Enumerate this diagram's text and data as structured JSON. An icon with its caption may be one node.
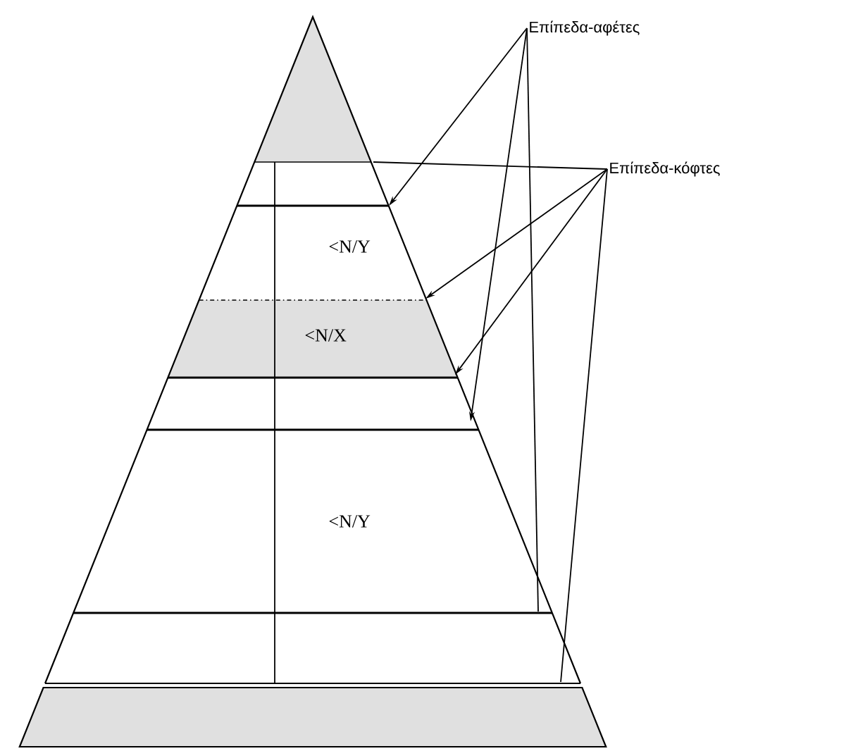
{
  "diagram": {
    "nodes": [
      {
        "text": [
          "Επίπεδα-αφέτες"
        ]
      },
      {
        "text": [
          "Επίπεδα-κόφτες"
        ]
      }
    ],
    "edges": [
      {
        "from": 0,
        "to": null,
        "arrow": "to"
      },
      {
        "from": 0,
        "to": null,
        "arrow": "to"
      },
      {
        "from": 0,
        "to": null,
        "arrow": "none"
      },
      {
        "from": 1,
        "to": null,
        "arrow": "none"
      },
      {
        "from": 1,
        "to": null,
        "arrow": "to"
      },
      {
        "from": 1,
        "to": null,
        "arrow": "to"
      },
      {
        "from": 1,
        "to": null,
        "arrow": "none"
      }
    ],
    "labels": [
      "<N/Y",
      "<N/X",
      "<N/Y"
    ]
  }
}
